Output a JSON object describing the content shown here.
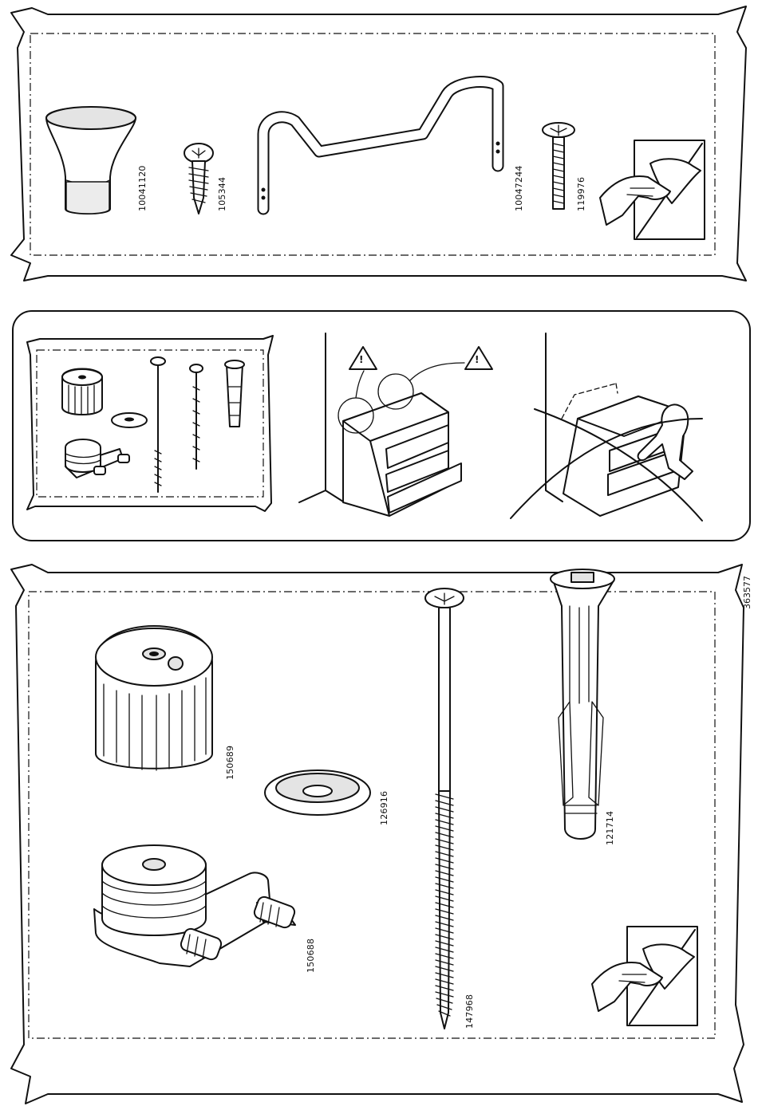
{
  "document_id": "363577",
  "hardware_top": {
    "parts": [
      {
        "number": "10041120",
        "icon": "knob-icon"
      },
      {
        "number": "105344",
        "icon": "screw-icon"
      },
      {
        "number": "10047244",
        "icon": "wire-handle-icon"
      },
      {
        "number": "119976",
        "icon": "bolt-icon"
      }
    ],
    "page_turn_icon": "turn-page-icon"
  },
  "safety": {
    "warning_icon": "warning-triangle-icon",
    "warning_symbol": "!",
    "panels": [
      "wall-fixing-kit-icon",
      "anchored-chest-icon",
      "climbing-child-prohibited-icon"
    ]
  },
  "hardware_bottom": {
    "parts": [
      {
        "number": "150689",
        "icon": "cap-icon"
      },
      {
        "number": "126916",
        "icon": "washer-icon"
      },
      {
        "number": "150688",
        "icon": "wall-bracket-icon"
      },
      {
        "number": "147968",
        "icon": "long-screw-icon"
      },
      {
        "number": "121714",
        "icon": "wall-plug-icon"
      }
    ],
    "page_turn_icon": "turn-page-icon"
  }
}
